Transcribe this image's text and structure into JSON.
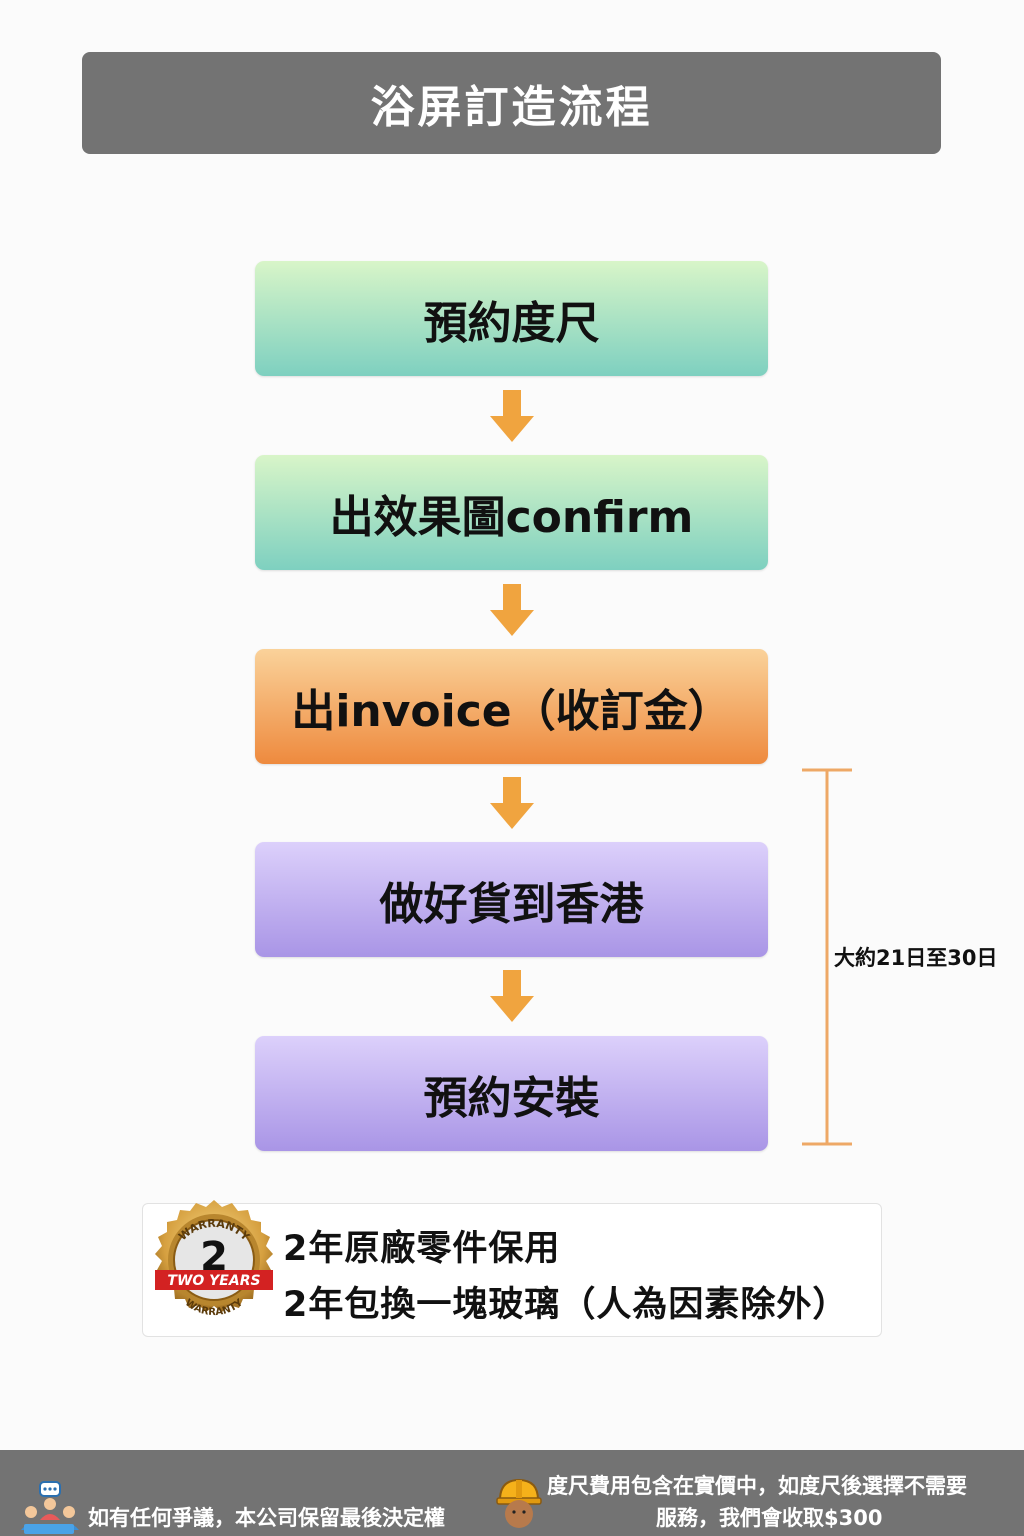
{
  "header": {
    "title": "浴屏訂造流程"
  },
  "steps": [
    {
      "label": "預約度尺",
      "color": "green"
    },
    {
      "label": "出效果圖confirm",
      "color": "green"
    },
    {
      "label": "出invoice（收訂金）",
      "color": "orange"
    },
    {
      "label": "做好貨到香港",
      "color": "purple"
    },
    {
      "label": "預約安裝",
      "color": "purple"
    }
  ],
  "duration": {
    "label": "大約21日至30日"
  },
  "warranty": {
    "badge_icon": "two-year-warranty-seal-icon",
    "badge_number": "2",
    "badge_text": "TWO YEARS",
    "badge_ring_top": "WARRANTY",
    "badge_ring_bottom": "WARRANTY",
    "line1": "2年原廠零件保用",
    "line2": "2年包換一塊玻璃（人為因素除外）"
  },
  "footer": {
    "left_icon": "meeting-discussion-icon",
    "left_text": "如有任何爭議，本公司保留最後決定權",
    "right_icon": "construction-worker-icon",
    "right_line1": "度尺費用包含在實價中，如度尺後選擇不需要",
    "right_line2": "服務，我們會收取$300"
  },
  "colors": {
    "header_bg": "#737373",
    "arrow": "#f0a43f",
    "bracket": "#eea866",
    "green_top": "#d8f5c8",
    "green_bottom": "#7ed0c0",
    "orange_top": "#fad29a",
    "orange_bottom": "#ee8a3e",
    "purple_top": "#dcd0fb",
    "purple_bottom": "#a995e6"
  }
}
